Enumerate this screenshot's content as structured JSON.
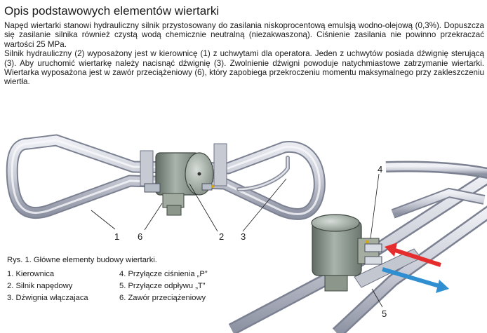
{
  "heading": "Opis podstawowych elementów wiertarki",
  "paragraphs": [
    "Napęd wiertarki stanowi hydrauliczny silnik przystosowany do zasilania niskoprocentową emulsją wodno-olejową (0,3%). Dopuszcza się zasilanie silnika również czystą wodą chemicznie neutralną (niezakwaszoną). Ciśnienie zasilania nie powinno przekraczać wartości 25 MPa.",
    "Silnik hydrauliczny (2) wyposażony jest w kierownicę (1) z uchwytami dla operatora. Jeden z uchwytów posiada dźwignię sterującą (3). Aby uruchomić wiertarkę należy nacisnąć dźwignię (3). Zwolnienie dźwigni powoduje natychmiastowe zatrzymanie wiertarki. Wiertarka wyposażona jest w zawór przeciążeniowy (6), który zapobiega przekroczeniu momentu maksymalnego  przy zakleszczeniu wiertła."
  ],
  "figure": {
    "caption": "Rys. 1. Główne elementy budowy wiertarki.",
    "callouts": {
      "c1": "1",
      "c2": "2",
      "c3": "3",
      "c4": "4",
      "c5": "5",
      "c6": "6"
    },
    "legend": [
      {
        "text": "1. Kierownica"
      },
      {
        "text": "4. Przyłącze ciśnienia „P”"
      },
      {
        "text": "2. Silnik napędowy"
      },
      {
        "text": "5. Przyłącze odpływu „T”"
      },
      {
        "text": "3. Dźwignia włączajaca"
      },
      {
        "text": "6. Zawór przeciążeniowy"
      }
    ]
  },
  "colors": {
    "pressure_arrow": "#e52d2d",
    "return_arrow": "#2f8fd0",
    "tube": "#c9ccd6",
    "motor": "#8d9a90"
  }
}
